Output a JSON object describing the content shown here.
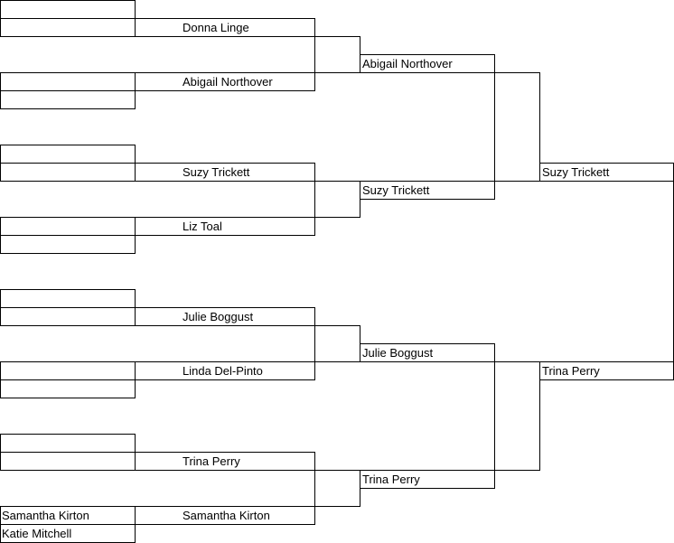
{
  "colors": {
    "line": "#000000",
    "background": "#ffffff",
    "text": "#000000"
  },
  "round1": {
    "m7": {
      "p1": "Samantha Kirton",
      "p2": "Katie Mitchell"
    }
  },
  "round2": {
    "m1": {
      "p1": "Donna Linge",
      "p2": "Abigail Northover"
    },
    "m2": {
      "p1": "Suzy Trickett",
      "p2": "Liz Toal"
    },
    "m3": {
      "p1": "Julie Boggust",
      "p2": "Linda Del-Pinto"
    },
    "m4": {
      "p1": "Trina Perry",
      "p2": "Samantha Kirton"
    }
  },
  "semifinals": {
    "m1": {
      "winner": "Abigail Northover"
    },
    "m2": {
      "winner": "Suzy Trickett"
    },
    "m3": {
      "winner": "Julie Boggust"
    },
    "m4": {
      "winner": "Trina Perry"
    }
  },
  "final": {
    "p1": "Suzy Trickett",
    "p2": "Trina Perry"
  }
}
